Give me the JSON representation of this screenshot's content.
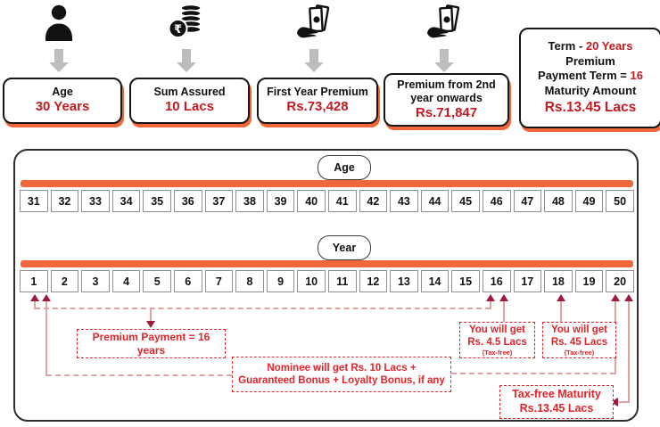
{
  "colors": {
    "accent_orange": "#f0683a",
    "value_red": "#c41a21",
    "annotation_red": "#e4242b",
    "arrow_maroon": "#9e1b3b",
    "connector_pink": "#dfa3a3",
    "gray_arrow": "#bdbdbd"
  },
  "top_cards": [
    {
      "icon": "person-icon",
      "title": "Age",
      "value": "30 Years"
    },
    {
      "icon": "rupee-coin-stack-icon",
      "title": "Sum Assured",
      "value": "10 Lacs"
    },
    {
      "icon": "hand-money-icon",
      "title": "First Year Premium",
      "value": "Rs.73,428"
    },
    {
      "icon": "hand-money-icon",
      "title": "Premium from 2nd year onwards",
      "value": "Rs.71,847"
    }
  ],
  "summary_card": {
    "term_label": "Term -",
    "term_value": "20 Years",
    "line2": "Premium",
    "payment_label": "Payment Term =",
    "payment_value": "16",
    "line4": "Maturity Amount",
    "maturity_value": "Rs.13.45 Lacs"
  },
  "timeline": {
    "age_label": "Age",
    "ages": [
      "31",
      "32",
      "33",
      "34",
      "35",
      "36",
      "37",
      "38",
      "39",
      "40",
      "41",
      "42",
      "43",
      "44",
      "45",
      "46",
      "47",
      "48",
      "49",
      "50"
    ],
    "year_label": "Year",
    "years": [
      "1",
      "2",
      "3",
      "4",
      "5",
      "6",
      "7",
      "8",
      "9",
      "10",
      "11",
      "12",
      "13",
      "14",
      "15",
      "16",
      "17",
      "18",
      "19",
      "20"
    ]
  },
  "annotations": {
    "premium_payment": "Premium Payment = 16 years",
    "you_get_year16": {
      "line1": "You will get",
      "line2": "Rs. 4.5 Lacs",
      "note": "(Tax-free)"
    },
    "you_get_year18": {
      "line1": "You will get",
      "line2": "Rs. 45 Lacs",
      "note": "(Tax-free)"
    },
    "nominee": "Nominee will get Rs. 10 Lacs + Guaranteed Bonus + Loyalty Bonus, if any",
    "tax_free_maturity": {
      "line1": "Tax-free Maturity",
      "line2": "Rs.13.45 Lacs"
    }
  }
}
